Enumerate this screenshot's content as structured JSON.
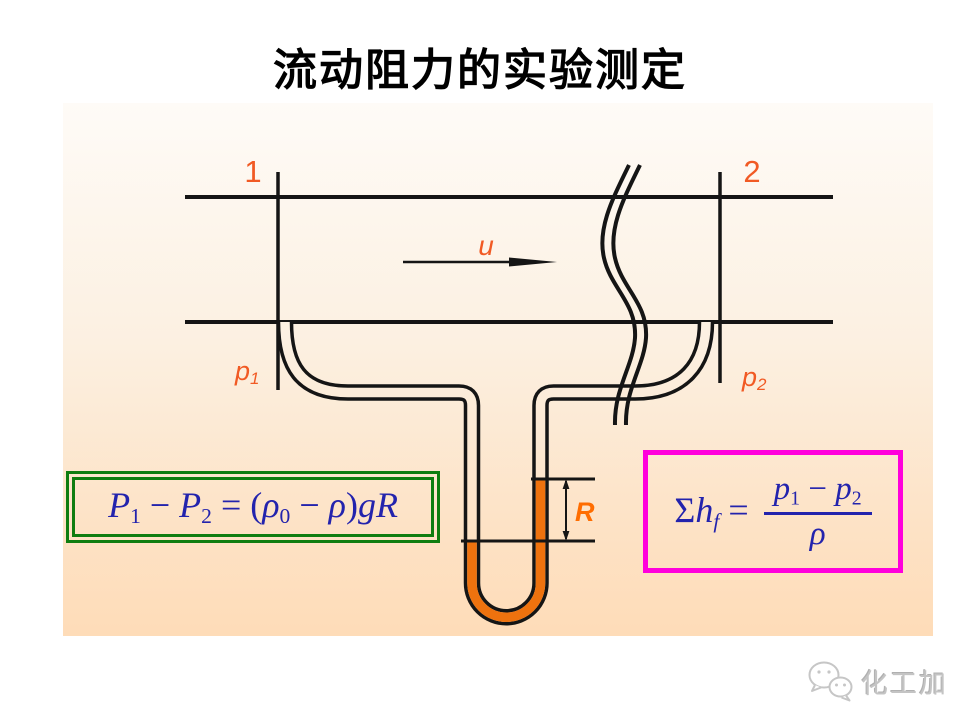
{
  "title": "流动阻力的实验测定",
  "diagram": {
    "section1_label": "1",
    "section2_label": "2",
    "velocity_label": "u",
    "p1_base": "p",
    "p1_sub": "1",
    "p2_base": "p",
    "p2_sub": "2",
    "reading_label": "R"
  },
  "formulas": {
    "manometer": {
      "segments": [
        {
          "t": "P",
          "i": true
        },
        {
          "t": "1",
          "sub": true
        },
        {
          "t": " − "
        },
        {
          "t": "P",
          "i": true
        },
        {
          "t": "2",
          "sub": true
        },
        {
          "t": " = ("
        },
        {
          "t": "ρ",
          "i": true
        },
        {
          "t": "0",
          "sub": true
        },
        {
          "t": " − "
        },
        {
          "t": "ρ",
          "i": true
        },
        {
          "t": ")"
        },
        {
          "t": "g",
          "i": true
        },
        {
          "t": "R",
          "i": true
        }
      ]
    },
    "friction": {
      "lhs_segments": [
        {
          "t": "Σ"
        },
        {
          "t": "h",
          "i": true
        },
        {
          "t": "f",
          "i": true,
          "sub": true
        },
        {
          "t": " = "
        }
      ],
      "numerator_segments": [
        {
          "t": "p",
          "i": true
        },
        {
          "t": "1",
          "sub": true
        },
        {
          "t": " − "
        },
        {
          "t": "p",
          "i": true
        },
        {
          "t": "2",
          "sub": true
        }
      ],
      "denominator_segments": [
        {
          "t": "ρ",
          "i": true
        }
      ]
    }
  },
  "watermark": {
    "brand": "化工加"
  },
  "colors": {
    "accent_orange": "#f15a24",
    "r_label_orange": "#ff6d00",
    "fluid_orange": "#ee720e",
    "formula_blue": "#2323ad",
    "green_border": "#0f7d10",
    "magenta_border": "#ff00dc",
    "line_black": "#151515"
  }
}
